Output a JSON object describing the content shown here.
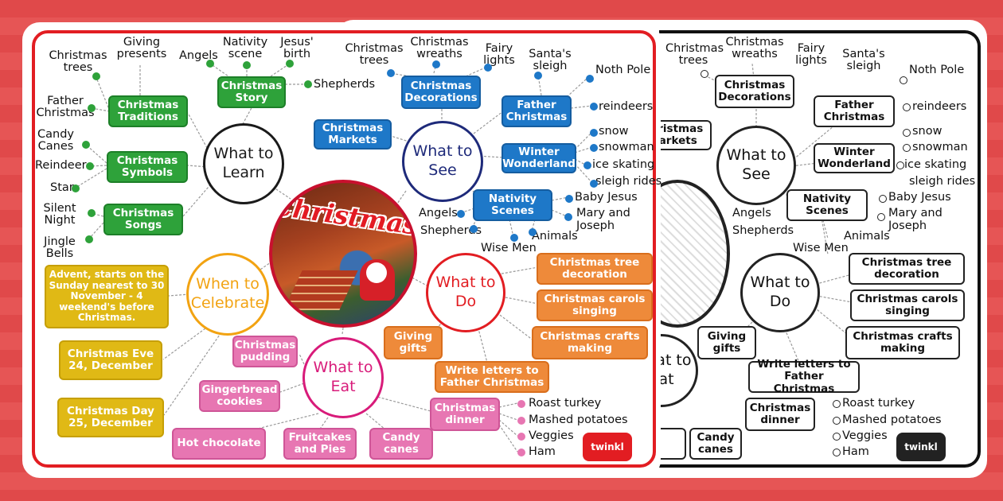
{
  "title": "Christmas",
  "hubs": {
    "learn": "What to Learn",
    "see": "What to See",
    "celebrate": "When to Celebrate",
    "do": "What to Do",
    "eat": "What to Eat"
  },
  "learn": {
    "traditions": "Christmas Traditions",
    "symbols": "Christmas Symbols",
    "songs": "Christmas Songs",
    "story": "Christmas Story",
    "trees": "Christmas trees",
    "father": "Father Christmas",
    "candy": "Candy Canes",
    "reindeer": "Reindeer",
    "star": "Star",
    "silent": "Silent Night",
    "jingle": "Jingle Bells",
    "giving": "Giving presents",
    "angels": "Angels",
    "nativity": "Nativity scene",
    "birth": "Jesus' birth",
    "shepherds": "Shepherds"
  },
  "see": {
    "decorations": "Christmas Decorations",
    "markets": "Christmas Markets",
    "father": "Father Christmas",
    "winter": "Winter Wonderland",
    "nativity": "Nativity Scenes",
    "trees": "Christmas trees",
    "wreaths": "Christmas wreaths",
    "lights": "Fairy lights",
    "sleigh": "Santa's sleigh",
    "pole": "Noth Pole",
    "reindeers": "reindeers",
    "snow": "snow",
    "snowman": "snowman",
    "skating": "ice skating",
    "rides": "sleigh rides",
    "baby": "Baby Jesus",
    "mary": "Mary and Joseph",
    "animals": "Animals",
    "wise": "Wise Men",
    "shepherds": "Shepherds",
    "angels": "Angels"
  },
  "celebrate": {
    "advent": "Advent, starts on the Sunday nearest to 30 November - 4 weekend's before Christmas.",
    "eve": "Christmas Eve 24, December",
    "day": "Christmas Day 25, December"
  },
  "do": {
    "tree": "Christmas tree decoration",
    "carols": "Christmas carols singing",
    "crafts": "Christmas crafts making",
    "gifts": "Giving gifts",
    "letters": "Write letters to Father Christmas"
  },
  "eat": {
    "pudding": "Christmas pudding",
    "gingerbread": "Gingerbread cookies",
    "chocolate": "Hot chocolate",
    "fruitcakes": "Fruitcakes and Pies",
    "candy": "Candy canes",
    "dinner": "Christmas dinner",
    "turkey": "Roast turkey",
    "potatoes": "Mashed potatoes",
    "veggies": "Veggies",
    "ham": "Ham"
  },
  "logo": "twinkl",
  "colors": {
    "green": "#2ea23a",
    "blue": "#1e78c8",
    "orange": "#ee8a3a",
    "pink": "#e776b2",
    "yellow": "#e0b915",
    "red": "#e21d22"
  }
}
